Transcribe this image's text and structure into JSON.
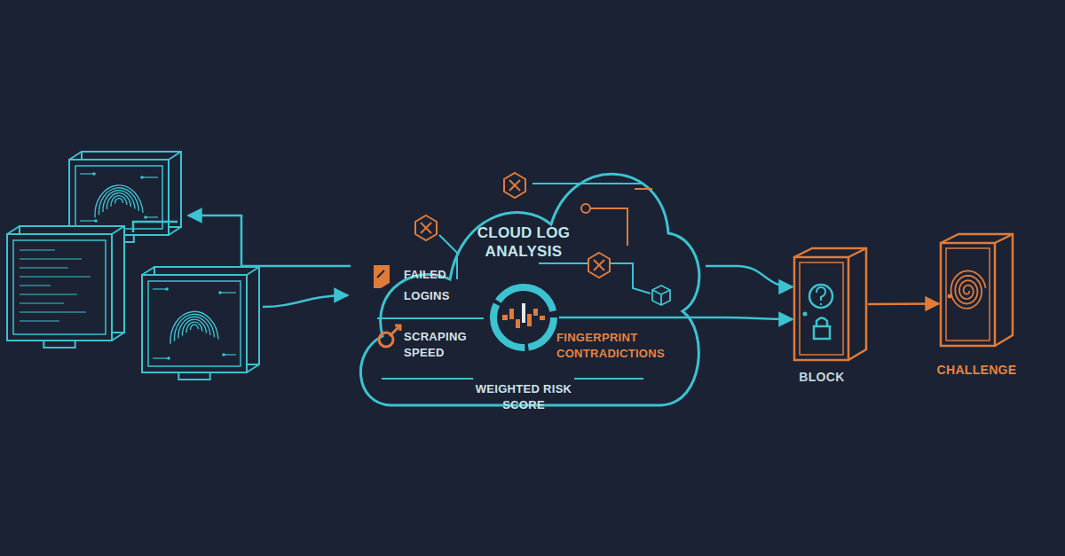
{
  "diagram": {
    "nodes": [
      {
        "text": [
          "CLOUD LOG ANALYSIS",
          "FAILED LOGINS",
          "SCRAPING SPEED",
          "FINGERPRINT CONTRADICTIONS"
        ]
      },
      {
        "text": [
          "WEIGHTED RISK SCORE"
        ],
        "in": 0
      },
      {
        "text": [
          "BLOCK"
        ]
      },
      {
        "text": [
          "CHALLENGE"
        ]
      }
    ],
    "edges": [
      {
        "from": 0,
        "to": 2,
        "arrow": "to"
      },
      {
        "from": 1,
        "to": 2,
        "arrow": "to"
      },
      {
        "from": 2,
        "to": 3,
        "arrow": "to"
      }
    ]
  }
}
